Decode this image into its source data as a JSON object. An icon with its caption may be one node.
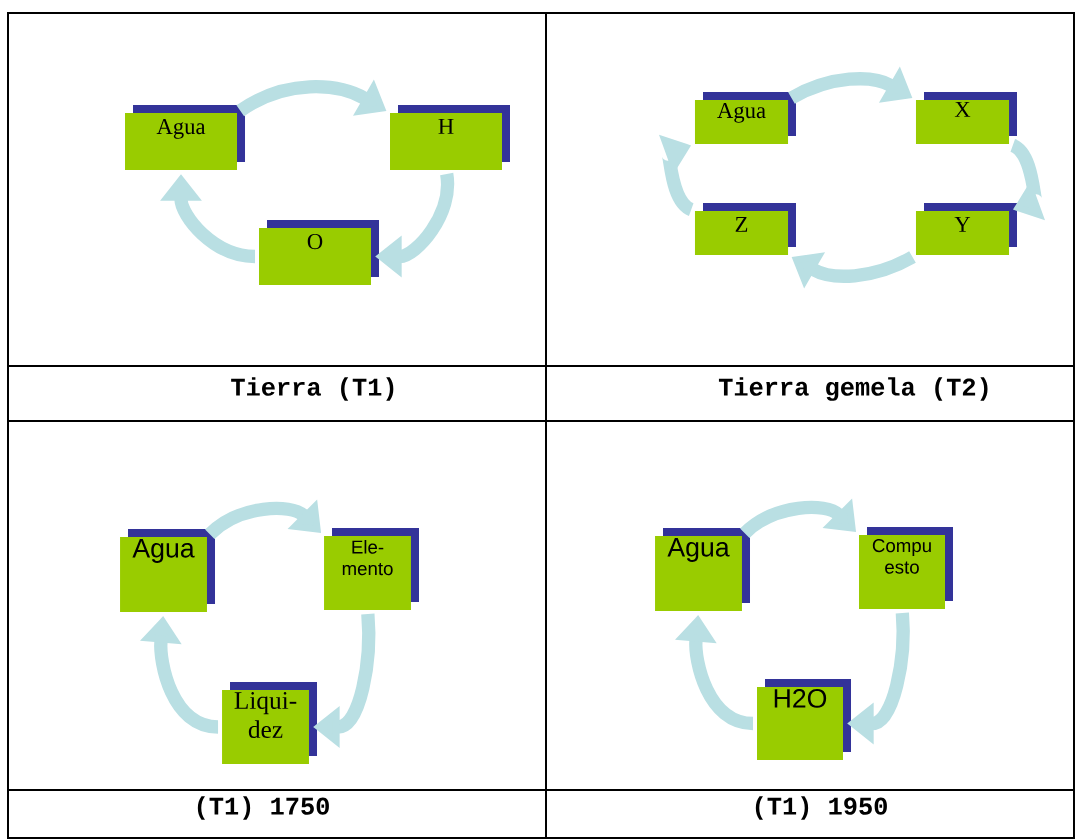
{
  "diagram": {
    "nodes": [
      {
        "text": [
          "Agua"
        ]
      },
      {
        "text": [
          "H"
        ]
      },
      {
        "text": [
          "O"
        ]
      },
      {
        "text": [
          "Agua"
        ]
      },
      {
        "text": [
          "X"
        ]
      },
      {
        "text": [
          "Z"
        ]
      },
      {
        "text": [
          "Y"
        ]
      },
      {
        "text": [
          "Agua"
        ]
      },
      {
        "text": [
          "Ele- mento"
        ]
      },
      {
        "text": [
          "Liqui- dez"
        ]
      },
      {
        "text": [
          "Agua"
        ]
      },
      {
        "text": [
          "Compu esto"
        ]
      },
      {
        "text": [
          "H2O"
        ]
      }
    ],
    "edges": [
      {
        "from": 0,
        "to": 1,
        "arrow": "to"
      },
      {
        "from": 1,
        "to": 2,
        "arrow": "to"
      },
      {
        "from": 2,
        "to": 0,
        "arrow": "to"
      },
      {
        "from": 3,
        "to": 4,
        "arrow": "to"
      },
      {
        "from": 4,
        "to": 6,
        "arrow": "to"
      },
      {
        "from": 6,
        "to": 5,
        "arrow": "to"
      },
      {
        "from": 5,
        "to": 3,
        "arrow": "to"
      },
      {
        "from": 7,
        "to": 8,
        "arrow": "to"
      },
      {
        "from": 8,
        "to": 9,
        "arrow": "to"
      },
      {
        "from": 9,
        "to": 7,
        "arrow": "to"
      },
      {
        "from": 10,
        "to": 11,
        "arrow": "to"
      },
      {
        "from": 11,
        "to": 12,
        "arrow": "to"
      },
      {
        "from": 12,
        "to": 10,
        "arrow": "to"
      }
    ],
    "labels": [
      "Tierra (T1)",
      "Tierra gemela (T2)",
      "(T1) 1750",
      "(T1) 1950"
    ]
  }
}
